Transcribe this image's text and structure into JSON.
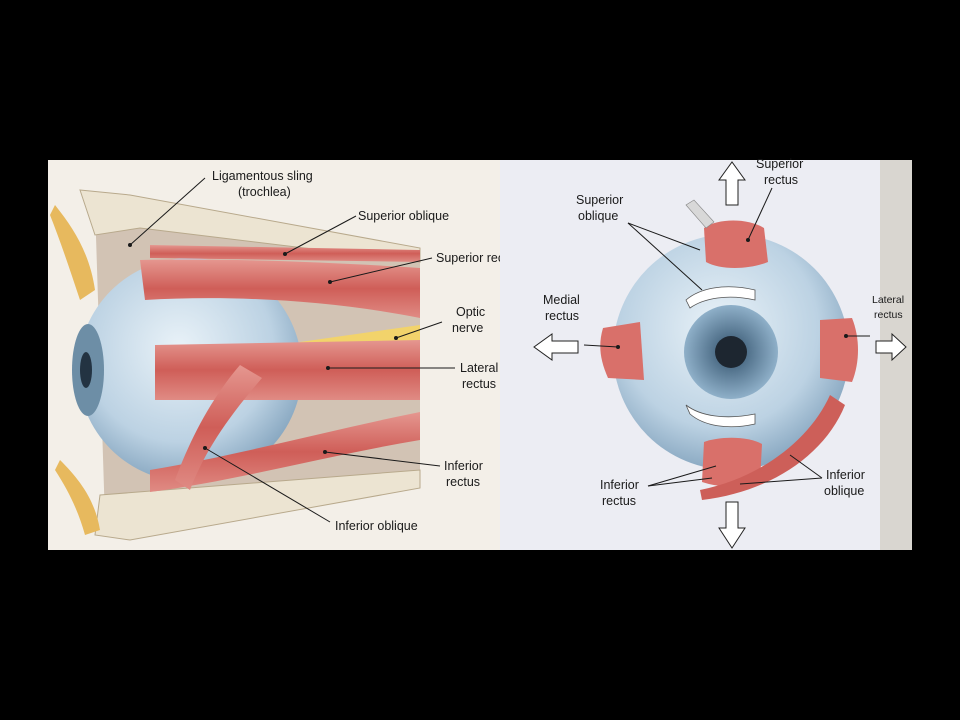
{
  "left_panel": {
    "labels": {
      "trochlea_1": "Ligamentous sling",
      "trochlea_2": "(trochlea)",
      "superior_oblique": "Superior oblique",
      "superior_rectus": "Superior rectus",
      "optic_1": "Optic",
      "optic_2": "nerve",
      "lateral_1": "Lateral",
      "lateral_2": "rectus",
      "inferior_1": "Inferior",
      "inferior_2": "rectus",
      "inferior_oblique": "Inferior oblique"
    }
  },
  "right_panel": {
    "labels": {
      "superior_rectus_1": "Superior",
      "superior_rectus_2": "rectus",
      "superior_oblique_1": "Superior",
      "superior_oblique_2": "oblique",
      "medial_1": "Medial",
      "medial_2": "rectus",
      "lateral_1": "Lateral",
      "lateral_2": "rectus",
      "inferior_oblique_1": "Inferior",
      "inferior_oblique_2": "oblique",
      "inferior_rectus_1": "Inferior",
      "inferior_rectus_2": "rectus"
    }
  },
  "colors": {
    "muscle": "#d9706a",
    "eyeball": "#c9dcea",
    "bone": "#ece4d2",
    "nerve": "#f2d36b"
  }
}
